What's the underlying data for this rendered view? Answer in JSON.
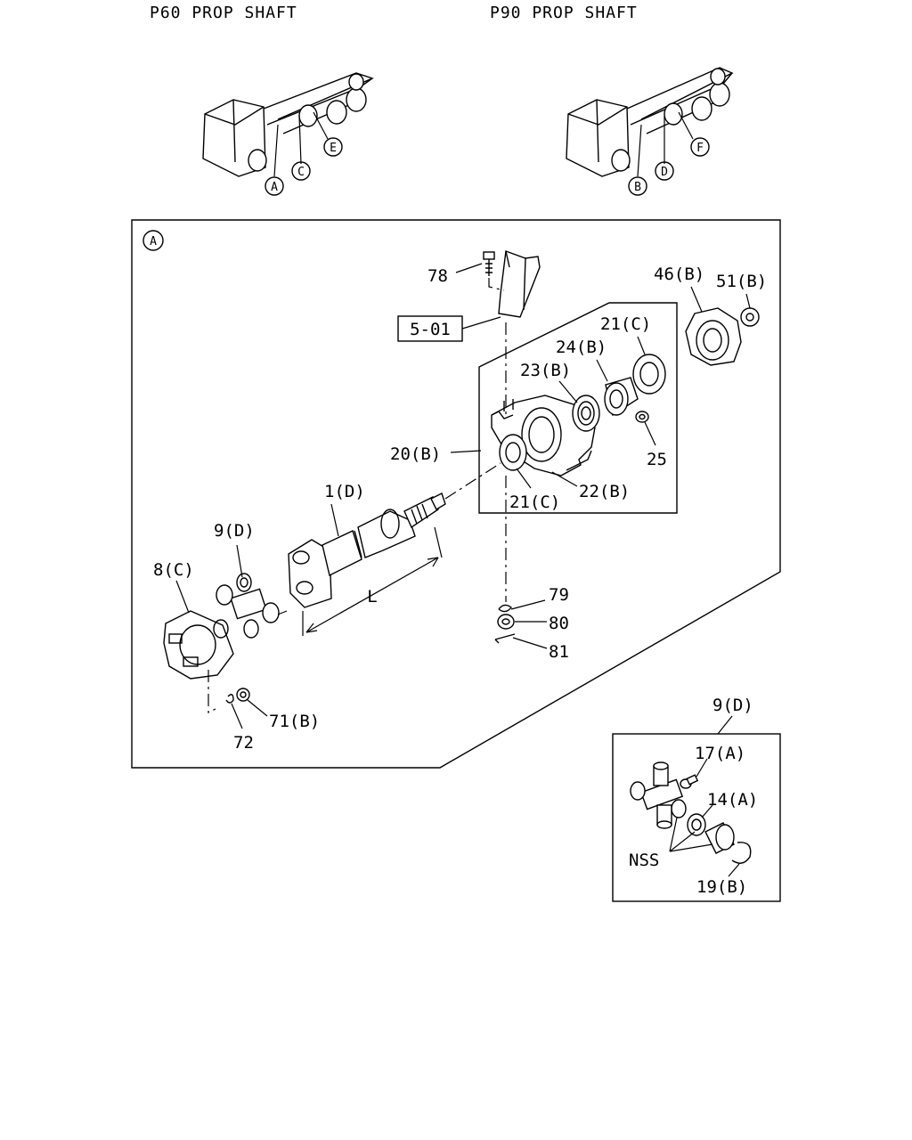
{
  "headers": {
    "left": "P60 PROP SHAFT",
    "right": "P90 PROP SHAFT"
  },
  "truck_callouts": {
    "left": [
      "A",
      "C",
      "E"
    ],
    "right": [
      "B",
      "D",
      "F"
    ]
  },
  "main_view": {
    "callout": "A",
    "dimension": "L",
    "reference_box": "5-01"
  },
  "labels": {
    "p78": "78",
    "p46b": "46(B)",
    "p51b": "51(B)",
    "p21c_top": "21(C)",
    "p24b": "24(B)",
    "p23b": "23(B)",
    "p20b": "20(B)",
    "p25": "25",
    "p1d": "1(D)",
    "p22b": "22(B)",
    "p21c_bottom": "21(C)",
    "p9d": "9(D)",
    "p8c": "8(C)",
    "p79": "79",
    "p80": "80",
    "p81": "81",
    "p71b": "71(B)",
    "p72": "72"
  },
  "inset": {
    "title": "9(D)",
    "p17a": "17(A)",
    "p14a": "14(A)",
    "nss": "NSS",
    "p19b": "19(B)"
  }
}
